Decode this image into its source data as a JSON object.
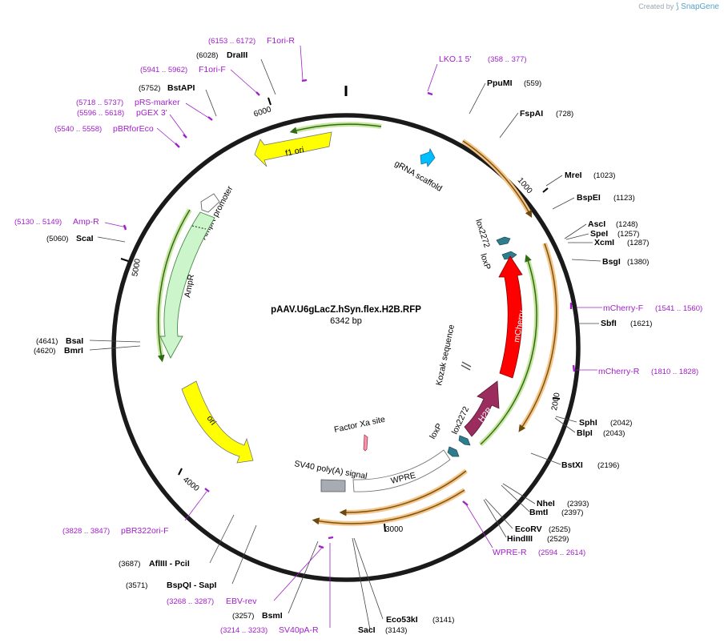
{
  "watermark": {
    "created_by": "Created by",
    "brand": "SnapGene",
    "icon": "snapgene-logo-icon"
  },
  "plasmid": {
    "name": "pAAV.U6gLacZ.hSyn.flex.H2B.RFP",
    "length_label": "6342 bp",
    "length": 6342
  },
  "ticks": [
    "1000",
    "2000",
    "3000",
    "4000",
    "5000",
    "6000"
  ],
  "colors": {
    "backbone": "#1a1a1a",
    "primer": "#a020c8",
    "orange_halo": "#f5c58a",
    "green_halo": "#c8e6a0"
  },
  "enzymes": [
    {
      "name": "PpuMI",
      "pos": "(559)"
    },
    {
      "name": "FspAI",
      "pos": "(728)"
    },
    {
      "name": "MreI",
      "pos": "(1023)"
    },
    {
      "name": "BspEI",
      "pos": "(1123)"
    },
    {
      "name": "AscI",
      "pos": "(1248)"
    },
    {
      "name": "SpeI",
      "pos": "(1257)"
    },
    {
      "name": "XcmI",
      "pos": "(1287)"
    },
    {
      "name": "BsgI",
      "pos": "(1380)"
    },
    {
      "name": "SbfI",
      "pos": "(1621)"
    },
    {
      "name": "SphI",
      "pos": "(2042)"
    },
    {
      "name": "BlpI",
      "pos": "(2043)"
    },
    {
      "name": "BstXI",
      "pos": "(2196)"
    },
    {
      "name": "NheI",
      "pos": "(2393)"
    },
    {
      "name": "BmtI",
      "pos": "(2397)"
    },
    {
      "name": "EcoRV",
      "pos": "(2525)"
    },
    {
      "name": "HindIII",
      "pos": "(2529)"
    },
    {
      "name": "Eco53kI",
      "pos": "(3141)"
    },
    {
      "name": "SacI",
      "pos": "(3143)"
    },
    {
      "name": "BsmI",
      "pos": "(3257)"
    },
    {
      "name": "BspQI - SapI",
      "pos": "(3571)"
    },
    {
      "name": "AflIII - PciI",
      "pos": "(3687)"
    },
    {
      "name": "BsaI",
      "pos": "(4641)"
    },
    {
      "name": "BmrI",
      "pos": "(4620)"
    },
    {
      "name": "ScaI",
      "pos": "(5060)"
    },
    {
      "name": "BstAPI",
      "pos": "(5752)"
    },
    {
      "name": "DraIII",
      "pos": "(6028)"
    }
  ],
  "primers": [
    {
      "name": "LKO.1 5'",
      "range": "(358 .. 377)"
    },
    {
      "name": "mCherry-F",
      "range": "(1541 .. 1560)"
    },
    {
      "name": "mCherry-R",
      "range": "(1810 .. 1828)"
    },
    {
      "name": "WPRE-R",
      "range": "(2594 .. 2614)"
    },
    {
      "name": "SV40pA-R",
      "range": "(3214 .. 3233)"
    },
    {
      "name": "EBV-rev",
      "range": "(3268 .. 3287)"
    },
    {
      "name": "pBR322ori-F",
      "range": "(3828 .. 3847)"
    },
    {
      "name": "Amp-R",
      "range": "(5130 .. 5149)"
    },
    {
      "name": "pBRforEco",
      "range": "(5540 .. 5558)"
    },
    {
      "name": "pGEX 3'",
      "range": "(5596 .. 5618)"
    },
    {
      "name": "pRS-marker",
      "range": "(5718 .. 5737)"
    },
    {
      "name": "F1ori-F",
      "range": "(5941 .. 5962)"
    },
    {
      "name": "F1ori-R",
      "range": "(6153 .. 6172)"
    }
  ],
  "features": {
    "grna": "gRNA scaffold",
    "f1": "f1 ori",
    "ampr_promoter": "AmpR promoter",
    "ampr": "AmpR",
    "ori": "ori",
    "lox2272_top": "lox2272",
    "loxp_top": "loxP",
    "mcherry": "mCherry",
    "kozak": "Kozak sequence",
    "h2b": "H2B",
    "lox2272_bottom": "lox2272",
    "loxp_bottom": "loxP",
    "factor_xa": "Factor Xa site",
    "sv40": "SV40 poly(A) signal",
    "wpre": "WPRE"
  }
}
